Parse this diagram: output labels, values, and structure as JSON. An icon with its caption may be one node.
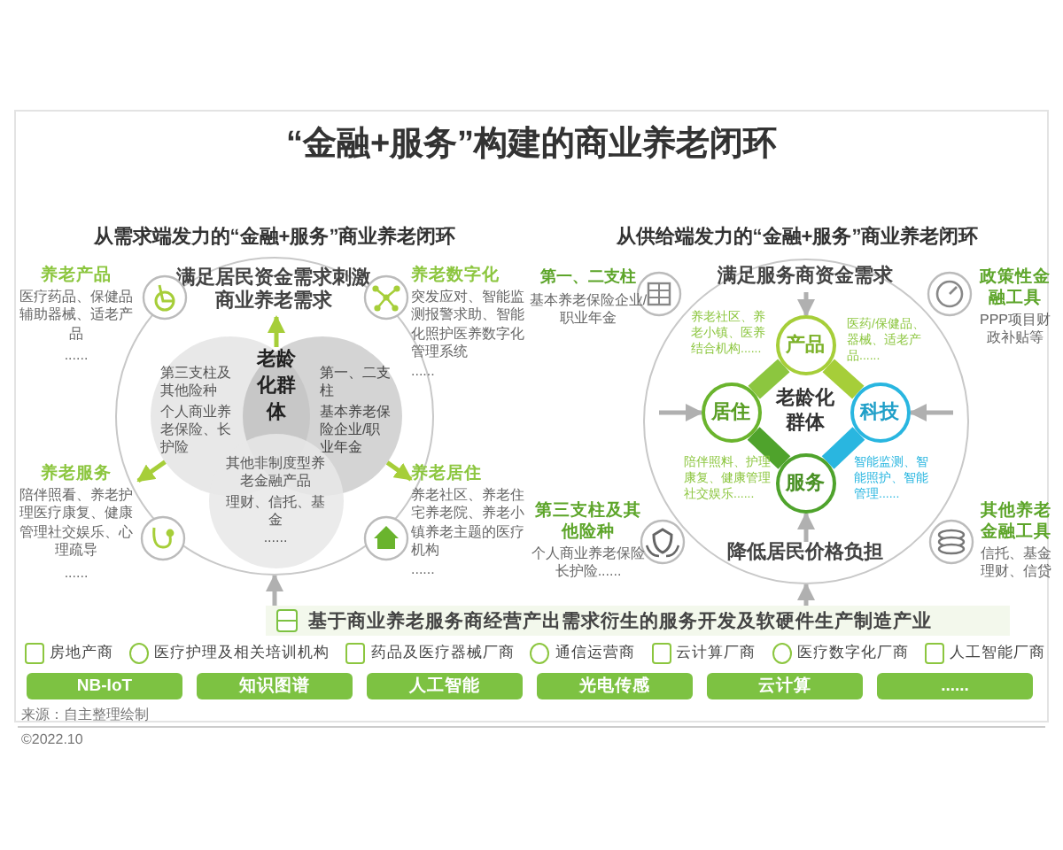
{
  "diagram": {
    "title": "“金融+服务”构建的商业养老闭环",
    "nodes": [
      {
        "text": [],
        "shape": "circle"
      },
      {
        "text": [
          "满足居民资金需求刺激商业养老需求"
        ],
        "in": 0
      },
      {
        "text": [
          "第三支柱及其他险种",
          "个人商业养老保险、长护险"
        ],
        "in": 0
      },
      {
        "text": [
          "第一、二支柱",
          "基本养老保险企业/职业年金"
        ],
        "in": 0
      },
      {
        "text": [
          "老龄化群体"
        ]
      },
      {
        "text": [
          "其他非制度型养老金融产品",
          "理财、信托、基金",
          "......"
        ],
        "in": 0
      },
      {
        "text": [
          "养老产品",
          "医疗药品、保健品辅助器械、适老产品",
          "......"
        ]
      },
      {
        "text": [
          "养老数字化",
          "突发应对、智能监测报警求助、智能化照护医养数字化管理系统",
          "......"
        ]
      },
      {
        "text": [
          "养老服务",
          "陪伴照看、养老护理医疗康复、健康管理社交娱乐、心理疏导",
          "......"
        ]
      },
      {
        "text": [
          "养老居住",
          "养老社区、养老住宅养老院、养老小镇养老主题的医疗机构",
          "......"
        ]
      },
      {
        "text": [],
        "shape": "circle"
      },
      {
        "text": [
          "满足服务商资金需求"
        ],
        "in": 10
      },
      {
        "text": [
          "老龄化群体"
        ],
        "in": 10
      },
      {
        "text": [
          "产品"
        ],
        "in": 10
      },
      {
        "text": [
          "居住"
        ],
        "in": 10
      },
      {
        "text": [
          "科技"
        ],
        "in": 10
      },
      {
        "text": [
          "服务"
        ],
        "in": 10
      },
      {
        "text": [
          "降低居民价格负担"
        ],
        "in": 10
      },
      {
        "text": [
          "基于商业养老服务商经营产出需求衍生的服务开发及软硬件生产制造产业"
        ]
      },
      {
        "text": [
          "NB-IoT"
        ]
      },
      {
        "text": [
          "知识图谱"
        ]
      },
      {
        "text": [
          "人工智能"
        ]
      },
      {
        "text": [
          "光电传感"
        ]
      },
      {
        "text": [
          "云计算"
        ]
      },
      {
        "text": [
          "......"
        ]
      }
    ],
    "edges": [
      {
        "from": 18,
        "to": 0,
        "arrow": "to"
      },
      {
        "from": 18,
        "to": 10,
        "arrow": "to"
      },
      {
        "from": 13,
        "to": 14,
        "arrow": "none",
        "style": "thick",
        "color": "#8cc63f"
      },
      {
        "from": 14,
        "to": 16,
        "arrow": "none",
        "style": "thick",
        "color": "#4fa32c"
      },
      {
        "from": 13,
        "to": 15,
        "arrow": "none",
        "style": "thick",
        "color": "#a6ce39"
      },
      {
        "from": 16,
        "to": 15,
        "arrow": "none",
        "style": "thick",
        "color": "#29b6e0"
      },
      {
        "from": 4,
        "to": 1,
        "arrow": "to",
        "color": "#a6ce39"
      },
      {
        "from": 2,
        "to": 8,
        "arrow": "to",
        "color": "#a6ce39"
      },
      {
        "from": 3,
        "to": 9,
        "arrow": "to",
        "color": "#a6ce39"
      },
      {
        "from": 11,
        "to": 13,
        "arrow": "to"
      },
      {
        "from": 17,
        "to": 16,
        "arrow": "to"
      },
      {
        "from": null,
        "to": 14,
        "arrow": "to"
      },
      {
        "from": null,
        "to": 15,
        "arrow": "to"
      }
    ],
    "labels": [
      "从需求端发力的“金融+服务”商业养老闭环",
      "从供给端发力的“金融+服务”商业养老闭环",
      "第一、二支柱",
      "基本养老保险企业/职业年金",
      "政策性金融工具",
      "PPP项目财政补贴等",
      "养老社区、养老小镇、医养结合机构......",
      "医药/保健品、器械、适老产品......",
      "陪伴照料、护理康复、健康管理社交娱乐......",
      "智能监测、智能照护、智能管理......",
      "第三支柱及其他险种",
      "个人商业养老保险长护险......",
      "其他养老金融工具",
      "信托、基金理财、信贷",
      "房地产商",
      "医疗护理及相关培训机构",
      "药品及医疗器械厂商",
      "通信运营商",
      "云计算厂商",
      "医疗数字化厂商",
      "人工智能厂商",
      "来源：自主整理绘制",
      "©2022.10"
    ]
  }
}
